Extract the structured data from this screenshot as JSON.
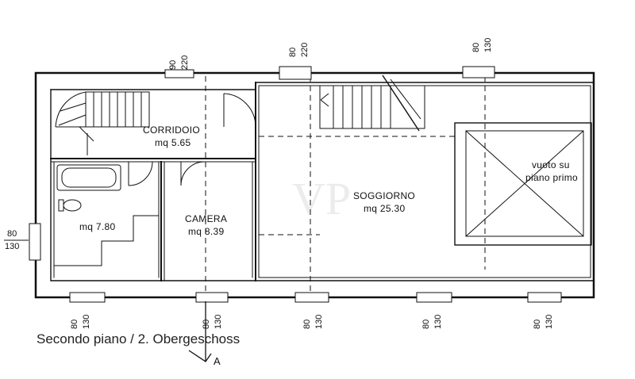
{
  "rooms": {
    "corridoio": {
      "name": "CORRIDOIO",
      "area": "mq 5.65"
    },
    "bagno": {
      "area": "mq 7.80"
    },
    "camera": {
      "name": "CAMERA",
      "area": "mq 8.39"
    },
    "soggiorno": {
      "name": "SOGGIORNO",
      "area": "mq 25.30"
    },
    "vuoto": {
      "line1": "vuoto su",
      "line2": "piano primo"
    }
  },
  "window_dims": {
    "top_left": [
      "90",
      "220"
    ],
    "top_middle": [
      "80",
      "220"
    ],
    "top_right": [
      "80",
      "130"
    ],
    "left_side": [
      "80",
      "130"
    ],
    "bottom_1": [
      "80",
      "130"
    ],
    "bottom_2": [
      "80",
      "130"
    ],
    "bottom_3": [
      "80",
      "130"
    ],
    "bottom_4": [
      "80",
      "130"
    ],
    "bottom_5": [
      "80",
      "130"
    ]
  },
  "section_marker": "A",
  "watermark": "VP",
  "caption": "Secondo piano / 2. Obergeschoss"
}
